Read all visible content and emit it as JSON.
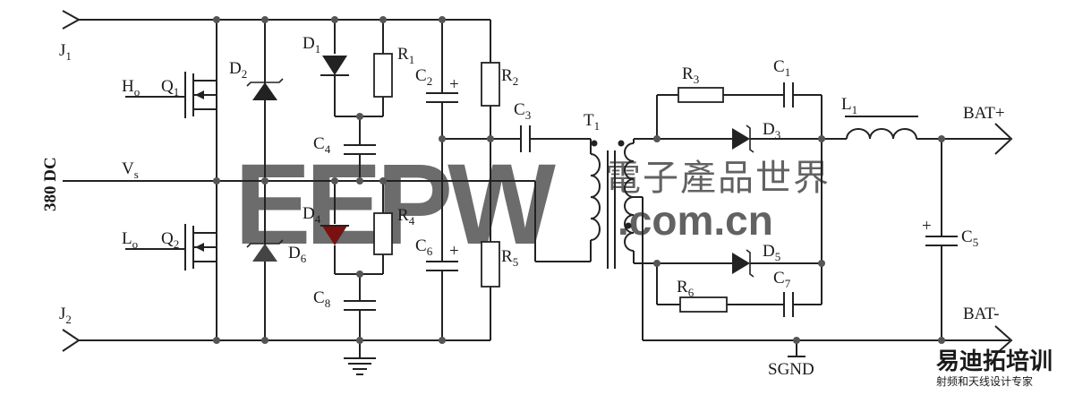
{
  "diagram": {
    "supply_label": "380 DC",
    "terminals": {
      "j1": {
        "main": "J",
        "sub": "1"
      },
      "j2": {
        "main": "J",
        "sub": "2"
      },
      "ho": {
        "main": "H",
        "sub": "o"
      },
      "lo": {
        "main": "L",
        "sub": "o"
      },
      "vs": {
        "main": "V",
        "sub": "s"
      },
      "bat_pos": "BAT+",
      "bat_neg": "BAT-",
      "sgnd": "SGND"
    },
    "components": {
      "q1": {
        "main": "Q",
        "sub": "1"
      },
      "q2": {
        "main": "Q",
        "sub": "2"
      },
      "d1": {
        "main": "D",
        "sub": "1"
      },
      "d2": {
        "main": "D",
        "sub": "2"
      },
      "d3": {
        "main": "D",
        "sub": "3"
      },
      "d4": {
        "main": "D",
        "sub": "4"
      },
      "d5": {
        "main": "D",
        "sub": "5"
      },
      "d6": {
        "main": "D",
        "sub": "6"
      },
      "r1": {
        "main": "R",
        "sub": "1"
      },
      "r2": {
        "main": "R",
        "sub": "2"
      },
      "r3": {
        "main": "R",
        "sub": "3"
      },
      "r4": {
        "main": "R",
        "sub": "4"
      },
      "r5": {
        "main": "R",
        "sub": "5"
      },
      "r6": {
        "main": "R",
        "sub": "6"
      },
      "c1": {
        "main": "C",
        "sub": "1"
      },
      "c2": {
        "main": "C",
        "sub": "2"
      },
      "c3": {
        "main": "C",
        "sub": "3"
      },
      "c4": {
        "main": "C",
        "sub": "4"
      },
      "c5": {
        "main": "C",
        "sub": "5"
      },
      "c6": {
        "main": "C",
        "sub": "6"
      },
      "c7": {
        "main": "C",
        "sub": "7"
      },
      "c8": {
        "main": "C",
        "sub": "8"
      },
      "t1": {
        "main": "T",
        "sub": "1"
      },
      "l1": {
        "main": "L",
        "sub": "1"
      },
      "plus": "+"
    }
  },
  "watermarks": {
    "eepw_logo": "EEPW",
    "eepw_cn_text": "電子產品世界",
    "eepw_url": ".com.cn",
    "corner_title": "易迪拓培训",
    "corner_subtitle": "射频和天线设计专家"
  },
  "colors": {
    "wire": "#222222",
    "watermark_red": "#e8443a",
    "watermark_pink": "#f2b9b0",
    "corner_red": "#d9342b"
  }
}
